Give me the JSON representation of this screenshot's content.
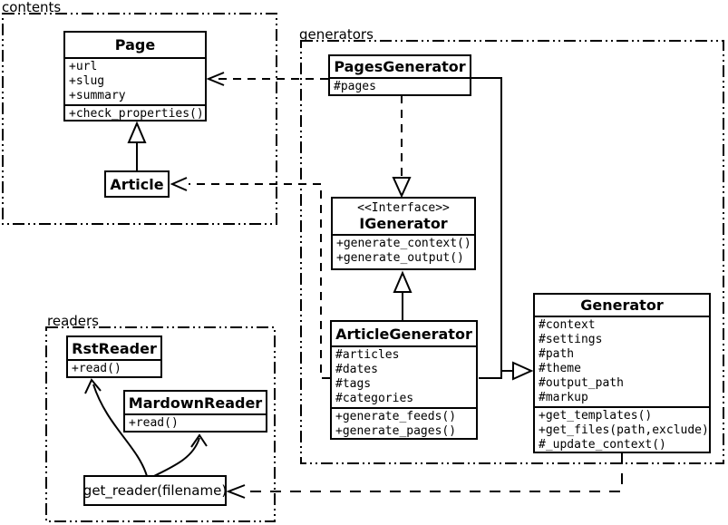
{
  "diagram": {
    "background_color": "#ffffff",
    "line_color": "#000000",
    "box_fill_color": "#ffffff"
  },
  "packages": {
    "contents": {
      "label": "contents"
    },
    "generators": {
      "label": "generators"
    },
    "readers": {
      "label": "readers"
    }
  },
  "classes": {
    "page": {
      "name": "Page",
      "attributes": [
        "+url",
        "+slug",
        "+summary"
      ],
      "methods": [
        "+check_properties()"
      ]
    },
    "article": {
      "name": "Article"
    },
    "pages_generator": {
      "name": "PagesGenerator",
      "attributes": [
        "#pages"
      ]
    },
    "igenerator": {
      "stereotype": "<<Interface>>",
      "name": "IGenerator",
      "methods": [
        "+generate_context()",
        "+generate_output()"
      ]
    },
    "article_generator": {
      "name": "ArticleGenerator",
      "attributes": [
        "#articles",
        "#dates",
        "#tags",
        "#categories"
      ],
      "methods": [
        "+generate_feeds()",
        "+generate_pages()"
      ]
    },
    "generator": {
      "name": "Generator",
      "attributes": [
        "#context",
        "#settings",
        "#path",
        "#theme",
        "#output_path",
        "#markup"
      ],
      "methods": [
        "+get_templates()",
        "+get_files(path,exclude)",
        "#_update_context()"
      ]
    },
    "rst_reader": {
      "name": "RstReader",
      "methods": [
        "+read()"
      ]
    },
    "mardown_reader": {
      "name": "MardownReader",
      "methods": [
        "+read()"
      ]
    }
  },
  "nodes": {
    "get_reader": {
      "label": "get_reader(filename)"
    }
  },
  "relationships": [
    {
      "from": "Article",
      "to": "Page",
      "type": "generalization"
    },
    {
      "from": "PagesGenerator",
      "to": "Page",
      "type": "dependency"
    },
    {
      "from": "ArticleGenerator",
      "to": "Article",
      "type": "dependency"
    },
    {
      "from": "PagesGenerator",
      "to": "IGenerator",
      "type": "realization"
    },
    {
      "from": "ArticleGenerator",
      "to": "IGenerator",
      "type": "generalization"
    },
    {
      "from": "PagesGenerator",
      "to": "Generator",
      "type": "generalization"
    },
    {
      "from": "ArticleGenerator",
      "to": "Generator",
      "type": "generalization"
    },
    {
      "from": "Generator",
      "to": "get_reader(filename)",
      "type": "dependency"
    },
    {
      "from": "get_reader(filename)",
      "to": "RstReader",
      "type": "arrow"
    },
    {
      "from": "get_reader(filename)",
      "to": "MardownReader",
      "type": "arrow"
    }
  ]
}
